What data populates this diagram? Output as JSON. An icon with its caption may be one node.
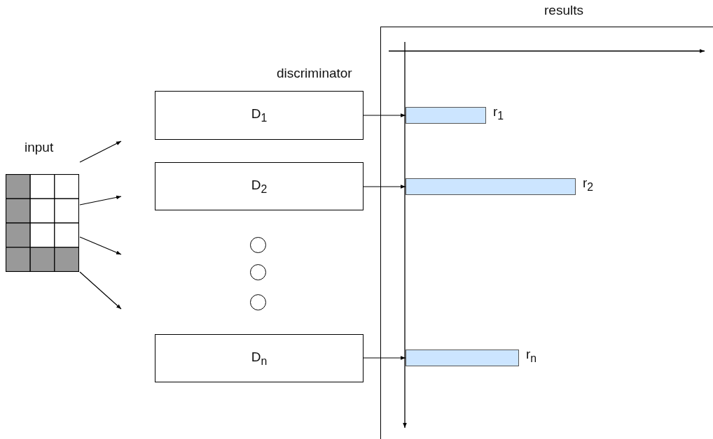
{
  "diagram": {
    "nodes": [
      {
        "text": [
          "input"
        ]
      },
      {
        "text": [
          "D$_{1}$"
        ]
      },
      {
        "text": [
          "D$_{2}$"
        ]
      },
      {
        "text": [],
        "shape": "circle"
      },
      {
        "text": [],
        "shape": "circle"
      },
      {
        "text": [],
        "shape": "circle"
      },
      {
        "text": [
          "D$_{n}$"
        ]
      },
      {
        "text": [
          "results"
        ]
      },
      {
        "text": [],
        "shape": "bar",
        "in": 7,
        "beside": [
          "r$_{1}$"
        ]
      },
      {
        "text": [],
        "shape": "bar",
        "in": 7,
        "beside": [
          "r$_{2}$"
        ]
      },
      {
        "text": [],
        "shape": "bar",
        "in": 7,
        "beside": [
          "r$_{n}$"
        ]
      }
    ],
    "edges": [
      {
        "from": 0,
        "to": null,
        "arrow": "to"
      },
      {
        "from": 0,
        "to": null,
        "arrow": "to"
      },
      {
        "from": 0,
        "to": null,
        "arrow": "to"
      },
      {
        "from": 0,
        "to": null,
        "arrow": "to"
      },
      {
        "from": 1,
        "to": 8,
        "arrow": "to"
      },
      {
        "from": 2,
        "to": 9,
        "arrow": "to"
      },
      {
        "from": 6,
        "to": 10,
        "arrow": "to"
      }
    ],
    "labels": [
      "discriminator"
    ]
  }
}
